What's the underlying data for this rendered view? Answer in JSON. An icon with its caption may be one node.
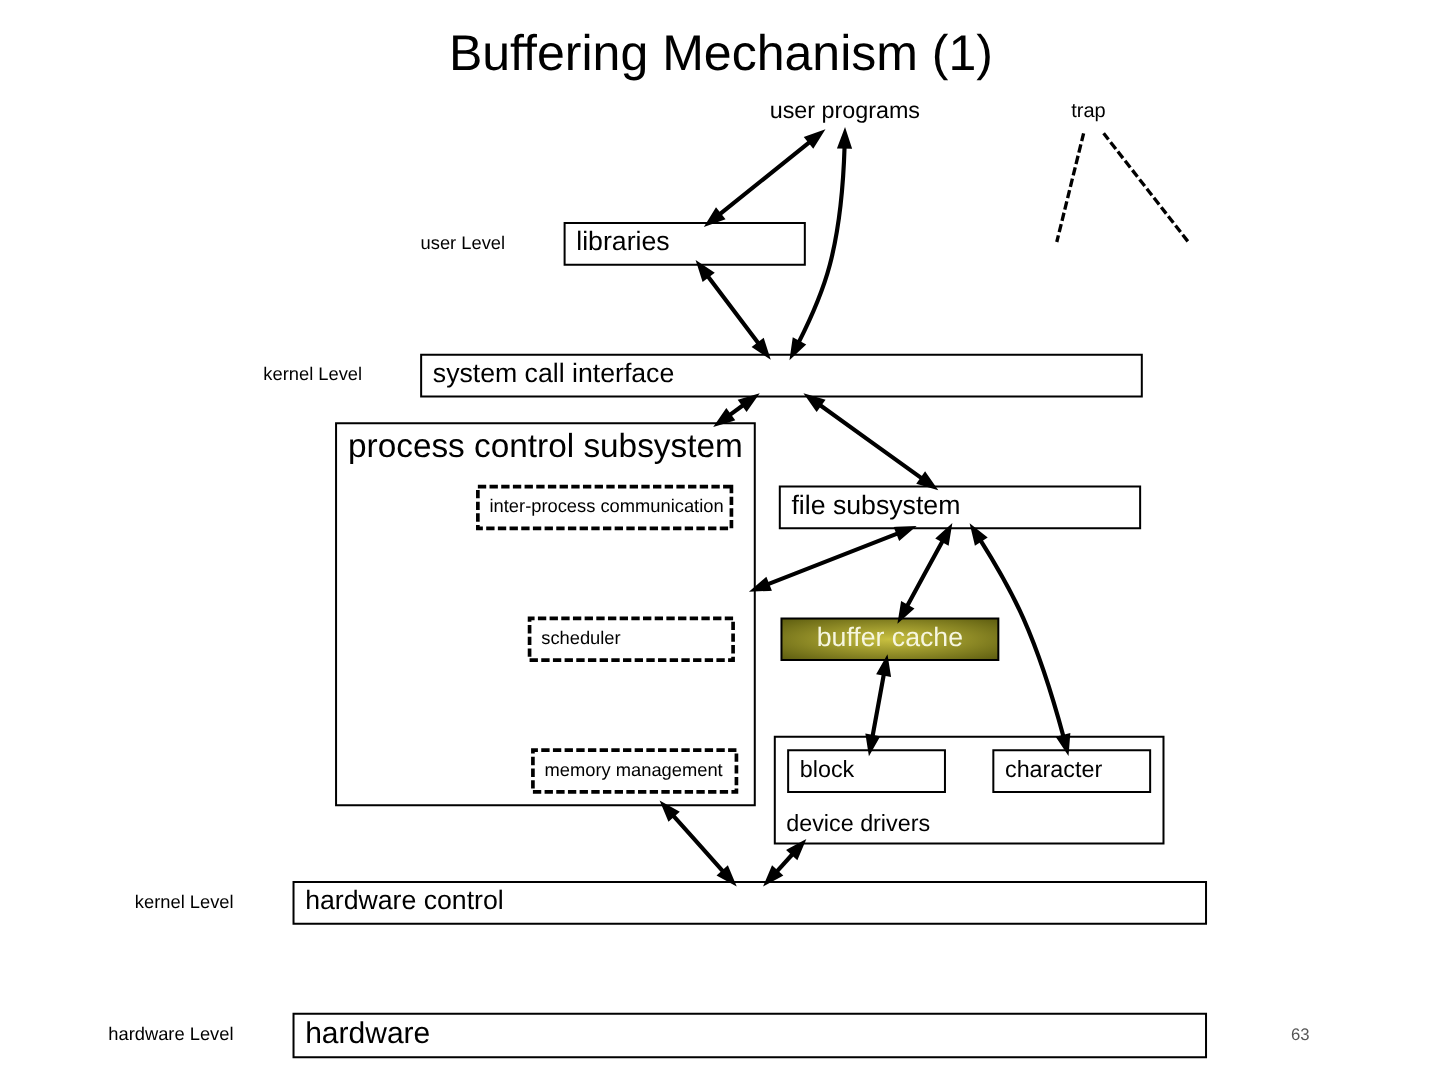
{
  "diagram": {
    "title": "Buffering Mechanism (1)",
    "nodes": [
      {
        "text": [
          "user programs"
        ]
      },
      {
        "text": [
          "trap"
        ]
      },
      {
        "text": [
          "libraries"
        ]
      },
      {
        "text": [
          "system call interface"
        ]
      },
      {
        "text": [
          "file subsystem"
        ]
      },
      {
        "text": [
          "buffer cache"
        ]
      },
      {
        "text": [
          "device drivers"
        ]
      },
      {
        "text": [
          "character"
        ],
        "in": 6
      },
      {
        "text": [
          "block"
        ],
        "in": 6
      },
      {
        "text": [
          "process control subsystem"
        ]
      },
      {
        "text": [
          "inter-process communication"
        ],
        "in": 9
      },
      {
        "text": [
          "scheduler"
        ],
        "in": 9
      },
      {
        "text": [
          "memory management"
        ],
        "in": 9
      },
      {
        "text": [
          "hardware control"
        ]
      },
      {
        "text": [
          "hardware"
        ]
      }
    ],
    "edges": [
      {
        "from": 0,
        "to": 2,
        "arrow": "both"
      },
      {
        "from": 0,
        "to": 3,
        "arrow": "both"
      },
      {
        "from": 2,
        "to": 3,
        "arrow": "both"
      },
      {
        "from": 1,
        "to": null,
        "arrow": "none",
        "style": "dashed"
      },
      {
        "from": 1,
        "to": null,
        "arrow": "none",
        "style": "dashed"
      },
      {
        "from": 3,
        "to": 4,
        "arrow": "both"
      },
      {
        "from": 3,
        "to": 9,
        "arrow": "both"
      },
      {
        "from": 4,
        "to": 7,
        "arrow": "both"
      },
      {
        "from": 4,
        "to": 5,
        "arrow": "both"
      },
      {
        "from": 4,
        "to": 9,
        "arrow": "both"
      },
      {
        "from": 5,
        "to": 8,
        "arrow": "both"
      },
      {
        "from": 6,
        "to": 13,
        "arrow": "both"
      },
      {
        "from": 9,
        "to": 13,
        "arrow": "both"
      }
    ],
    "labels": [
      "user Level",
      "kernel Level",
      "kernel Level",
      "hardware Level",
      "63"
    ]
  }
}
